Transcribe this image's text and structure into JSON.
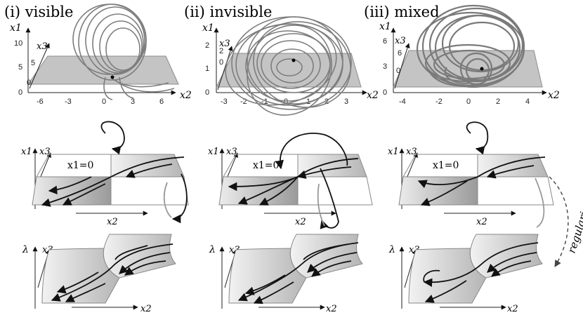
{
  "panels": [
    {
      "title": "(i) visible",
      "x1_label": "x1",
      "x2_label": "x2",
      "x3_label": "x3",
      "x1_ticks": [
        "10",
        "5",
        "0"
      ],
      "x2_ticks": [
        "-6",
        "-3",
        "0",
        "3",
        "6"
      ],
      "x3_ticks": [
        "5",
        "0"
      ]
    },
    {
      "title": "(ii) invisible",
      "x1_label": "x1",
      "x2_label": "x2",
      "x3_label": "x3",
      "x1_ticks": [
        "2",
        "1",
        "0"
      ],
      "x2_ticks": [
        "-3",
        "-2",
        "-1",
        "0",
        "1",
        "2",
        "3"
      ],
      "x3_ticks": [
        "2",
        "0"
      ]
    },
    {
      "title": "(iii) mixed",
      "x1_label": "x1",
      "x2_label": "x2",
      "x3_label": "x3",
      "x1_ticks": [
        "6",
        "3",
        "0"
      ],
      "x2_ticks": [
        "-4",
        "-2",
        "0",
        "2",
        "4"
      ],
      "x3_ticks": [
        "6",
        "0"
      ]
    }
  ],
  "middle_row": {
    "switch_label": "x1=0",
    "x1_label": "x1",
    "x2_label": "x2",
    "x3_label": "x3"
  },
  "bottom_row": {
    "lambda_label": "λ",
    "x2_label": "x2",
    "x3_label": "x3"
  },
  "side_annotation": "regularize",
  "colors": {
    "surface": "#b0b0b0",
    "surface_edge": "#8c8c8c",
    "trajectory": "#7a7a7a",
    "curve": "#111111"
  }
}
